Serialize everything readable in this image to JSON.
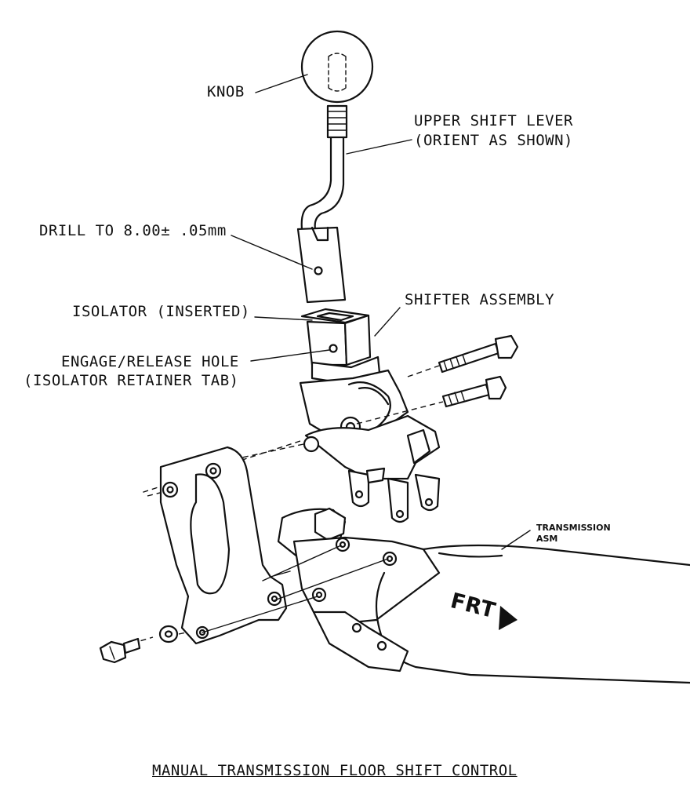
{
  "diagram": {
    "caption": "MANUAL TRANSMISSION FLOOR SHIFT CONTROL",
    "labels": {
      "knob": "KNOB",
      "upper_shift_lever": "UPPER SHIFT LEVER",
      "orient_as_shown": "(ORIENT AS SHOWN)",
      "drill": "DRILL TO 8.00± .05mm",
      "isolator": "ISOLATOR (INSERTED)",
      "shifter_assembly": "SHIFTER ASSEMBLY",
      "engage_release_hole": "ENGAGE/RELEASE HOLE",
      "isolator_retainer_tab": "(ISOLATOR RETAINER TAB)",
      "transmission": "TRANSMISSION",
      "transmission_asm": "ASM",
      "front": "FRT"
    }
  }
}
